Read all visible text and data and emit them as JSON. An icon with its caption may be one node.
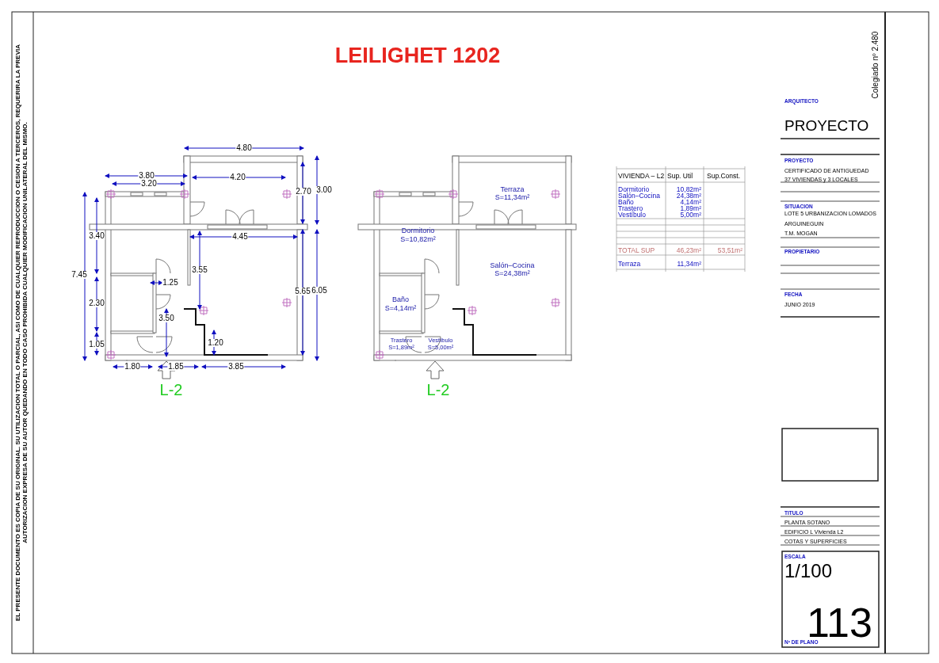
{
  "diagram": {
    "title": "LEILIGHET 1202",
    "nodes": [
      {
        "text": [
          "Terraza",
          "S=11,34m²"
        ]
      },
      {
        "text": [
          "Dormitorio",
          "S=10,82m²"
        ]
      },
      {
        "text": [
          "Salón–Cocina",
          "S=24,38m²"
        ]
      },
      {
        "text": [
          "Baño",
          "S=4,14m²"
        ]
      },
      {
        "text": [
          "Trastero",
          "S=1,89m²"
        ]
      },
      {
        "text": [
          "Vestíbulo",
          "S=5,00m²"
        ]
      }
    ],
    "labels": [
      "EL PRESENTE DOCUMENTO ES COPIA DE SU ORIGINAL. SU UTILIZACION TOTAL O PARCIAL, ASI COMO DE CUALQUIER REPRODUCCION O CESION A TERCEROS, REQUERIRA LA PREVIA AUTORIZACION EXPRESA DE SU AUTOR QUEDANDO EN TODO CASO PROHIBIDA CUALQUIER MODIFICACION UNILATERAL DEL MISMO.",
      "Colegiado nº 2.480",
      "ARQUITECTO",
      "PROYECTO",
      "4.80",
      "3.80",
      "3.20",
      "4.20",
      "2.70",
      "3.00",
      "3.40",
      "7.45",
      "4.45",
      "3.55",
      "1.25",
      "5.65",
      "6.05",
      "2.30",
      "3.50",
      "1.05",
      "1.20",
      "1.80",
      "1.85",
      "3.85",
      "L-2",
      "L-2",
      "VIVIENDA – L2",
      "Sup. Util",
      "Sup.Const.",
      "Dormitorio",
      "10,82m²",
      "Salón–Cocina",
      "24,38m²",
      "Baño",
      "4,14m²",
      "Trastero",
      "1,89m²",
      "Vestíbulo",
      "5,00m²",
      "TOTAL SUP",
      "46,23m²",
      "53,51m²",
      "Terraza",
      "11,34m²",
      "PROYECTO",
      "CERTIFICADO DE ANTIGUEDAD",
      "37 VIVIENDAS y 3 LOCALES",
      "SITUACION",
      "LOTE 5 URBANIZACION LOMADOS",
      "ARGUINEGUIN",
      "T.M. MOGAN",
      "PROPIETARIO",
      "FECHA",
      "JUNIO 2019",
      "TITULO",
      "PLANTA SOTANO",
      "EDIFICIO L Vivienda L2",
      "COTAS Y SUPERFICIES",
      "ESCALA",
      "1/100",
      "113",
      "Nº DE PLANO"
    ]
  }
}
